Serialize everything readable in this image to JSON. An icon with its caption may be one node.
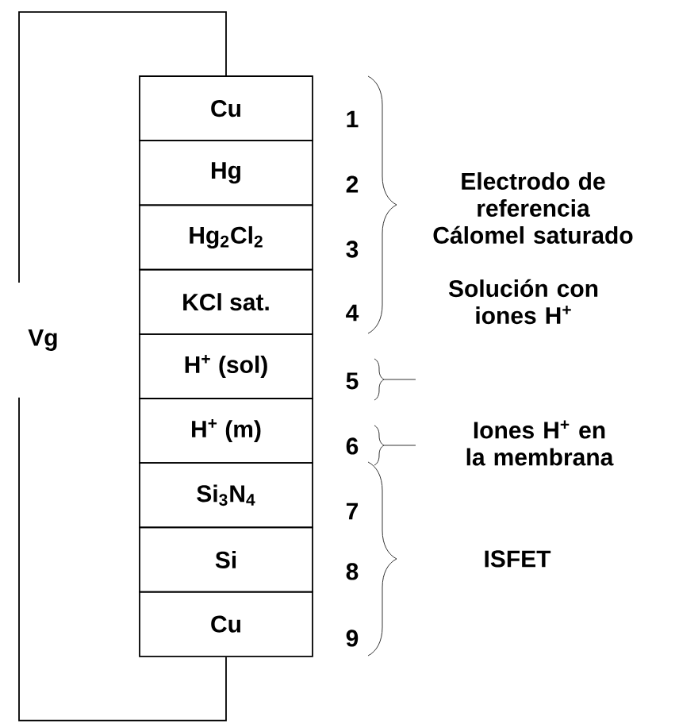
{
  "diagram": {
    "nodes": [
      {
        "text": [
          "Cu"
        ]
      },
      {
        "text": [
          "Hg"
        ]
      },
      {
        "text": [
          "Hg$_{2}$Cl$_{2}$"
        ]
      },
      {
        "text": [
          "KCl sat."
        ]
      },
      {
        "text": [
          "H$^{+}$ (sol)"
        ]
      },
      {
        "text": [
          "H$^{+}$ (m)"
        ]
      },
      {
        "text": [
          "Si$_{3}$N$_{4}$"
        ]
      },
      {
        "text": [
          "Si"
        ]
      },
      {
        "text": [
          "Cu"
        ]
      },
      {
        "text": [
          "Vg"
        ]
      }
    ],
    "edges": [
      {
        "from": 0,
        "to": 9,
        "arrow": "none"
      },
      {
        "from": 9,
        "to": 8,
        "arrow": "none"
      }
    ],
    "labels": [
      "1",
      "2",
      "3",
      "4",
      "5",
      "6",
      "7",
      "8",
      "9",
      "Electrodo de referencia Cálomel saturado",
      "Solución con iones H$^{+}$",
      "Iones H$^{+}$ en la membrana",
      "ISFET"
    ]
  }
}
